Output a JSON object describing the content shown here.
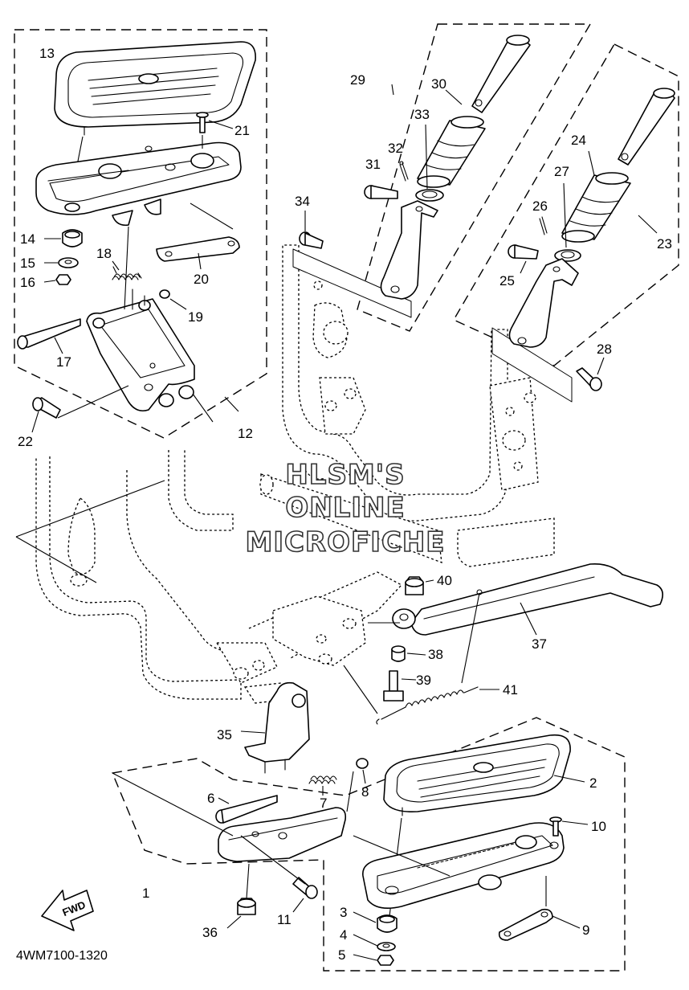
{
  "diagram": {
    "code": "4WM7100-1320",
    "watermark": [
      "HLSM'S",
      "ONLINE",
      "MICROFICHE"
    ],
    "fwd_label": "FWD",
    "callouts": [
      "1",
      "2",
      "3",
      "4",
      "5",
      "6",
      "7",
      "8",
      "9",
      "10",
      "11",
      "12",
      "13",
      "14",
      "15",
      "16",
      "17",
      "18",
      "19",
      "20",
      "21",
      "22",
      "23",
      "24",
      "25",
      "26",
      "27",
      "28",
      "29",
      "30",
      "31",
      "32",
      "33",
      "34",
      "35",
      "36",
      "37",
      "38",
      "39",
      "40",
      "41"
    ]
  }
}
